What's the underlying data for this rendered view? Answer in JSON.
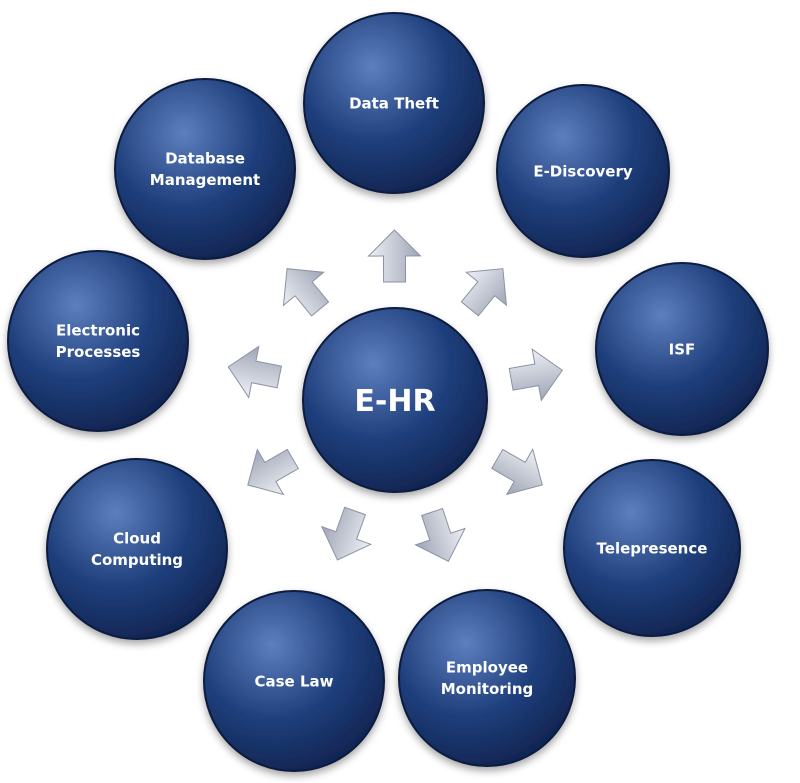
{
  "center": {
    "label": "E-HR"
  },
  "nodes": [
    {
      "id": "data-theft",
      "lines": [
        "Data Theft"
      ]
    },
    {
      "id": "e-discovery",
      "lines": [
        "E-Discovery"
      ]
    },
    {
      "id": "isf",
      "lines": [
        "ISF"
      ]
    },
    {
      "id": "telepresence",
      "lines": [
        "Telepresence"
      ]
    },
    {
      "id": "employee-monitoring",
      "lines": [
        "Employee",
        "Monitoring"
      ]
    },
    {
      "id": "case-law",
      "lines": [
        "Case Law"
      ]
    },
    {
      "id": "cloud-computing",
      "lines": [
        "Cloud",
        "Computing"
      ]
    },
    {
      "id": "electronic-processes",
      "lines": [
        "Electronic",
        "Processes"
      ]
    },
    {
      "id": "database-management",
      "lines": [
        "Database",
        "Management"
      ]
    }
  ],
  "colors": {
    "node_fill": "#1f3f7c",
    "node_highlight": "#5d7fbe",
    "node_shadow": "#0f2350",
    "arrow_fill": "#b9bfcc",
    "arrow_highlight": "#eef0f5"
  }
}
